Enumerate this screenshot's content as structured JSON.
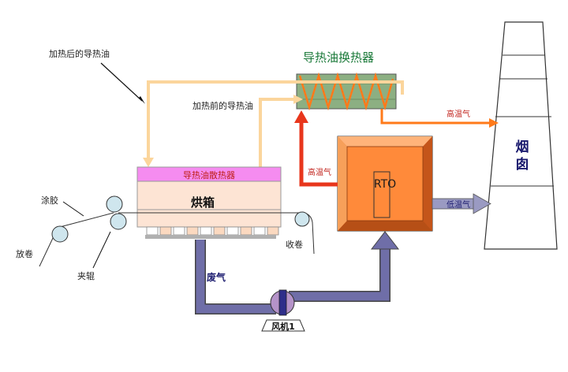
{
  "labels": {
    "heated_oil": "加热后的导热油",
    "heat_exchanger": "导热油换热器",
    "pre_heat_oil": "加热前的导热油",
    "high_temp_gas_top": "高温气",
    "chimney": "烟囱",
    "radiator": "导热油散热器",
    "oven": "烘箱",
    "coating": "涂胶",
    "high_temp_gas_left": "高温气",
    "rto": "RTO",
    "low_temp_gas": "低温气",
    "unwind": "放卷",
    "rewind": "收卷",
    "nip_roller": "夹辊",
    "exhaust_gas": "废气",
    "fan": "风机1"
  },
  "colors": {
    "oil_line": "#fbd59c",
    "hot_arrow": "#e8361c",
    "exchanger_fill": "#8caf82",
    "coil": "#ff7a1a",
    "radiator_fill": "#f58cf0",
    "oven_fill": "#fde4d4",
    "rto_fill": "#ff8a3a",
    "duct": "#6f6ea8",
    "fan_fill": "#b593c9",
    "heading_green": "#1b7a3a",
    "label_red": "#c0201a",
    "label_navy": "#1a1a6e"
  }
}
